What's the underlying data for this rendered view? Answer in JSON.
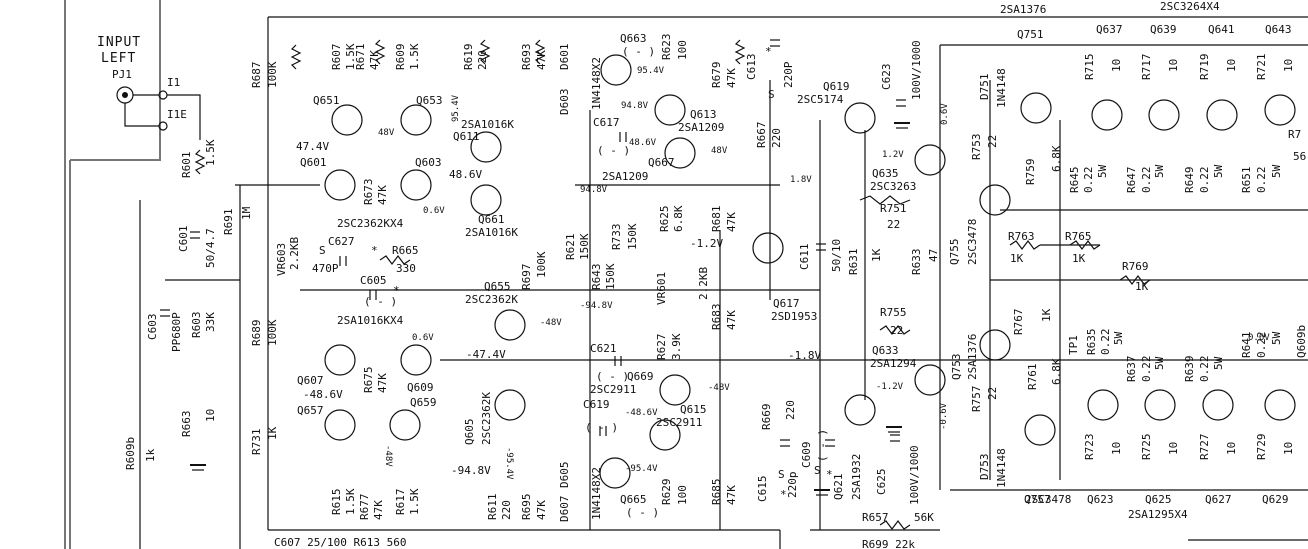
{
  "input_block": {
    "title_line1": "INPUT",
    "title_line2": "LEFT",
    "jack": "PJ1",
    "pin1": "I1",
    "pin2": "I1E"
  },
  "top_labels": {
    "a": "2SA1376",
    "b": "2SC3264X4"
  },
  "bottom_labels": {
    "a": "2SC3478",
    "b": "2SA1295X4",
    "c": "C607 25/100 R613 560",
    "d": "R657",
    "e": "56K",
    "f": "R699 22k"
  },
  "voltages": {
    "v1": "47.4V",
    "v2": "48V",
    "v3": "48.6V",
    "v4": "95.4V",
    "v5": "95.4V",
    "v6": "94.8V",
    "v7": "48.6V",
    "v8": "48V",
    "v9": "94.8V",
    "v10": "-1.2V",
    "v11": "-94.8V",
    "v12": "1.2V",
    "v13": "1.8V",
    "v14": "0.6V",
    "v15": "0.6V",
    "v16": "-47.4V",
    "v17": "-48V",
    "v18": "-48.6V",
    "v19": "-48V",
    "v20": "-95.4V",
    "v21": "-94.8V",
    "v22": "-48.6V",
    "v23": "-95.4V",
    "v24": "-1.8V",
    "v25": "-48V",
    "v26": "-1.2V",
    "v27": "0.6V",
    "v28": "-0.6V",
    "v29": "0.6V"
  },
  "transistors": [
    {
      "ref": "Q651",
      "part": ""
    },
    {
      "ref": "Q653",
      "part": ""
    },
    {
      "ref": "Q601",
      "part": ""
    },
    {
      "ref": "Q603",
      "part": ""
    },
    {
      "ref": "Q611",
      "part": "2SA1016K"
    },
    {
      "ref": "Q661",
      "part": "2SA1016K"
    },
    {
      "ref": "Q663",
      "part": "( - )"
    },
    {
      "ref": "Q613",
      "part": "2SA1209"
    },
    {
      "ref": "Q667",
      "part": "2SA1209"
    },
    {
      "ref": "Q619",
      "part": "2SC5174"
    },
    {
      "ref": "Q635",
      "part": "2SC3263"
    },
    {
      "ref": "Q751",
      "part": ""
    },
    {
      "ref": "Q755",
      "part": "2SC3478"
    },
    {
      "ref": "Q637",
      "part": ""
    },
    {
      "ref": "Q639",
      "part": ""
    },
    {
      "ref": "Q641",
      "part": ""
    },
    {
      "ref": "Q643",
      "part": ""
    },
    {
      "ref": "Q655",
      "part": "2SC2362K"
    },
    {
      "ref": "Q607",
      "part": ""
    },
    {
      "ref": "Q609",
      "part": ""
    },
    {
      "ref": "Q657",
      "part": ""
    },
    {
      "ref": "Q659",
      "part": ""
    },
    {
      "ref": "Q605",
      "part": "2SC2362K"
    },
    {
      "ref": "Q669",
      "part": "2SC2911"
    },
    {
      "ref": "Q615",
      "part": "2SC2911"
    },
    {
      "ref": "Q665",
      "part": "( - )"
    },
    {
      "ref": "Q617",
      "part": "2SD1953"
    },
    {
      "ref": "Q621",
      "part": "2SA1932"
    },
    {
      "ref": "Q633",
      "part": "2SA1294"
    },
    {
      "ref": "Q753",
      "part": "2SA1376"
    },
    {
      "ref": "Q757",
      "part": ""
    },
    {
      "ref": "Q623",
      "part": ""
    },
    {
      "ref": "Q625",
      "part": ""
    },
    {
      "ref": "Q627",
      "part": ""
    },
    {
      "ref": "Q629",
      "part": ""
    },
    {
      "ref": "Q609b",
      "part": ""
    }
  ],
  "group_labels": {
    "g1": "2SC2362KX4",
    "g2": "2SA1016KX4"
  },
  "resistors": [
    {
      "ref": "R687",
      "val": "100K"
    },
    {
      "ref": "R607",
      "val": "1.5K"
    },
    {
      "ref": "R671",
      "val": "47K"
    },
    {
      "ref": "R609",
      "val": "1.5K"
    },
    {
      "ref": "R619",
      "val": "220"
    },
    {
      "ref": "R693",
      "val": "47K"
    },
    {
      "ref": "R623",
      "val": "100"
    },
    {
      "ref": "R679",
      "val": "47K"
    },
    {
      "ref": "R667",
      "val": "220"
    },
    {
      "ref": "R601",
      "val": "1.5K"
    },
    {
      "ref": "R691",
      "val": "1M"
    },
    {
      "ref": "R673",
      "val": "47K"
    },
    {
      "ref": "R665",
      "val": "330"
    },
    {
      "ref": "R697",
      "val": "100K"
    },
    {
      "ref": "R621",
      "val": "150K"
    },
    {
      "ref": "R733",
      "val": "150K"
    },
    {
      "ref": "R643",
      "val": "150K"
    },
    {
      "ref": "R625",
      "val": "6.8K"
    },
    {
      "ref": "R681",
      "val": "47K"
    },
    {
      "ref": "R631",
      "val": "1K"
    },
    {
      "ref": "R633",
      "val": "47"
    },
    {
      "ref": "R753",
      "val": "22"
    },
    {
      "ref": "R759",
      "val": "6.8K"
    },
    {
      "ref": "R751",
      "val": "22"
    },
    {
      "ref": "R763",
      "val": "1K"
    },
    {
      "ref": "R765",
      "val": "1K"
    },
    {
      "ref": "R769",
      "val": "1K"
    },
    {
      "ref": "R715",
      "val": "10"
    },
    {
      "ref": "R717",
      "val": "10"
    },
    {
      "ref": "R719",
      "val": "10"
    },
    {
      "ref": "R721",
      "val": "10"
    },
    {
      "ref": "R645",
      "val": "0.22"
    },
    {
      "ref": "R647",
      "val": "0.22"
    },
    {
      "ref": "R649",
      "val": "0.22"
    },
    {
      "ref": "R651",
      "val": "0.22"
    },
    {
      "ref": "R603",
      "val": "33K"
    },
    {
      "ref": "R689",
      "val": "100K"
    },
    {
      "ref": "R663",
      "val": "10"
    },
    {
      "ref": "R609b",
      "val": "1k"
    },
    {
      "ref": "R731",
      "val": "1K"
    },
    {
      "ref": "R675",
      "val": "47K"
    },
    {
      "ref": "R615",
      "val": "1.5K"
    },
    {
      "ref": "R677",
      "val": "47K"
    },
    {
      "ref": "R617",
      "val": "1.5K"
    },
    {
      "ref": "R611",
      "val": "220"
    },
    {
      "ref": "R695",
      "val": "47K"
    },
    {
      "ref": "R629",
      "val": "100"
    },
    {
      "ref": "R685",
      "val": "47K"
    },
    {
      "ref": "R627",
      "val": "3.9K"
    },
    {
      "ref": "R683",
      "val": "47K"
    },
    {
      "ref": "R669",
      "val": "220"
    },
    {
      "ref": "R755",
      "val": "22"
    },
    {
      "ref": "R757",
      "val": "22"
    },
    {
      "ref": "R761",
      "val": "6.8K"
    },
    {
      "ref": "R767",
      "val": "1K"
    },
    {
      "ref": "R635",
      "val": "0.22"
    },
    {
      "ref": "R637",
      "val": "0.22"
    },
    {
      "ref": "R639",
      "val": "0.22"
    },
    {
      "ref": "R641",
      "val": "0.22"
    },
    {
      "ref": "R723",
      "val": "10"
    },
    {
      "ref": "R725",
      "val": "10"
    },
    {
      "ref": "R727",
      "val": "10"
    },
    {
      "ref": "R729",
      "val": "10"
    },
    {
      "ref": "R7",
      "val": "56"
    }
  ],
  "watt_labels": {
    "w": "5W"
  },
  "capacitors": [
    {
      "ref": "C613",
      "val": "220P"
    },
    {
      "ref": "C617",
      "val": "( - )"
    },
    {
      "ref": "C623",
      "val": "100V/1000"
    },
    {
      "ref": "C601",
      "val": "50/4.7"
    },
    {
      "ref": "C627",
      "val": "470P"
    },
    {
      "ref": "C605",
      "val": "( - )"
    },
    {
      "ref": "C611",
      "val": "50/10"
    },
    {
      "ref": "C603",
      "val": "PP680P"
    },
    {
      "ref": "C621",
      "val": "( - )"
    },
    {
      "ref": "C619",
      "val": "( - )"
    },
    {
      "ref": "C615",
      "val": "220p"
    },
    {
      "ref": "C609",
      "val": "( - )"
    },
    {
      "ref": "C625",
      "val": "100V/1000"
    }
  ],
  "diodes": [
    {
      "ref": "D601",
      "val": ""
    },
    {
      "ref": "D603",
      "val": "1N4148X2"
    },
    {
      "ref": "D751",
      "val": "1N4148"
    },
    {
      "ref": "D605",
      "val": ""
    },
    {
      "ref": "D607",
      "val": "1N4148X2"
    },
    {
      "ref": "D753",
      "val": "1N4148"
    }
  ],
  "pots": [
    {
      "ref": "VR603",
      "val": "2.2KB"
    },
    {
      "ref": "VR601",
      "val": "2.2KB"
    }
  ],
  "testpoint": "TP1",
  "marks": {
    "s": "S",
    "star": "*"
  }
}
